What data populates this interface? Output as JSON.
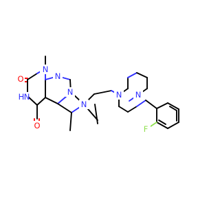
{
  "colors": {
    "carbon": "#000000",
    "nitrogen": "#2e2eff",
    "oxygen": "#ff0d0d",
    "fluorine": "#90e050",
    "background": "#ffffff"
  },
  "atoms": {
    "n_methyl_n1": "N",
    "n_imine": "N",
    "n_imidazole": "N",
    "n_fused": "N",
    "nh": "H",
    "nh_n": "N",
    "n_pip_left": "N",
    "n_pip_right": "N",
    "o_top": "O",
    "o_bottom": "O",
    "f": "F"
  }
}
